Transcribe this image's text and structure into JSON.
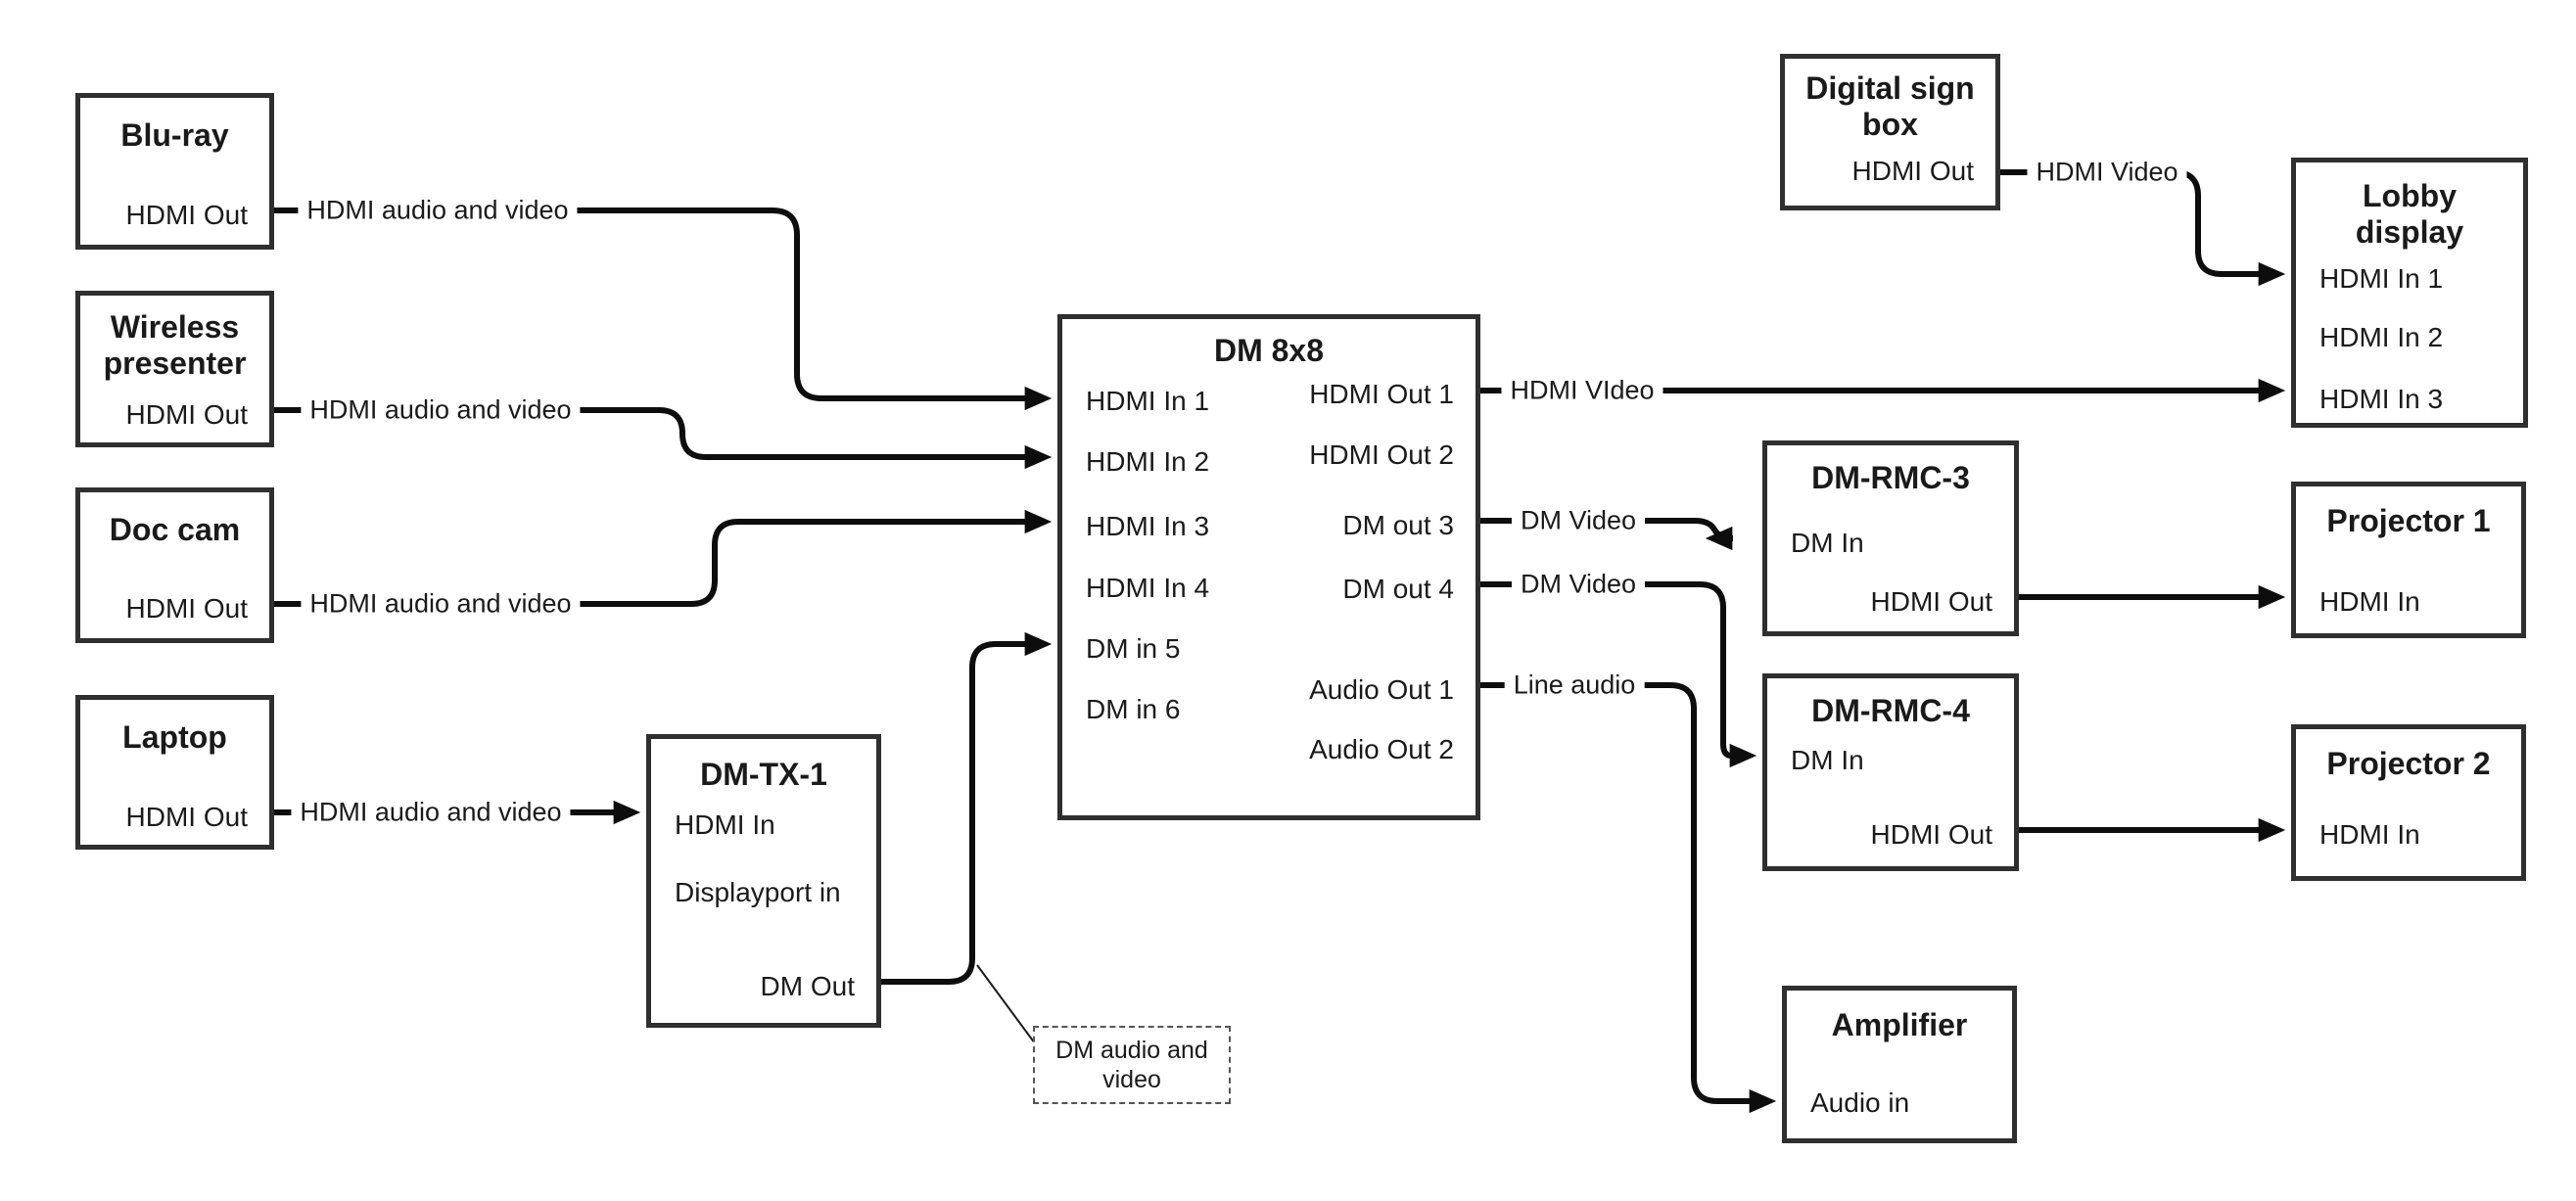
{
  "boxes": {
    "bluray": {
      "title": "Blu-ray",
      "port_hdmi_out": "HDMI Out"
    },
    "wireless": {
      "title": "Wireless presenter",
      "port_hdmi_out": "HDMI Out"
    },
    "doccam": {
      "title": "Doc cam",
      "port_hdmi_out": "HDMI Out"
    },
    "laptop": {
      "title": "Laptop",
      "port_hdmi_out": "HDMI Out"
    },
    "dmtx1": {
      "title": "DM-TX-1",
      "port_hdmi_in": "HDMI In",
      "port_displayport_in": "Displayport in",
      "port_dm_out": "DM Out"
    },
    "dm8x8": {
      "title": "DM 8x8",
      "inputs": [
        "HDMI In 1",
        "HDMI In 2",
        "HDMI In 3",
        "HDMI In 4",
        "DM in 5",
        "DM in 6"
      ],
      "outputs": [
        "HDMI Out 1",
        "HDMI Out 2",
        "DM out 3",
        "DM out 4",
        "Audio Out 1",
        "Audio Out 2"
      ]
    },
    "digital_sign": {
      "title": "Digital sign box",
      "port_hdmi_out": "HDMI Out"
    },
    "lobby": {
      "title": "Lobby display",
      "inputs": [
        "HDMI In 1",
        "HDMI In 2",
        "HDMI In 3"
      ]
    },
    "dmrmc3": {
      "title": "DM-RMC-3",
      "port_dm_in": "DM In",
      "port_hdmi_out": "HDMI Out"
    },
    "proj1": {
      "title": "Projector 1",
      "port_hdmi_in": "HDMI In"
    },
    "dmrmc4": {
      "title": "DM-RMC-4",
      "port_dm_in": "DM In",
      "port_hdmi_out": "HDMI Out"
    },
    "proj2": {
      "title": "Projector 2",
      "port_hdmi_in": "HDMI In"
    },
    "amplifier": {
      "title": "Amplifier",
      "port_audio_in": "Audio in"
    }
  },
  "connection_labels": {
    "bluray_to_dm8x8": "HDMI audio and video",
    "wireless_to_dm8x8": "HDMI audio and video",
    "doccam_to_dm8x8": "HDMI audio and video",
    "laptop_to_dmtx1": "HDMI audio and video",
    "digitalsign_to_lobby": "HDMI Video",
    "hdmiout1_to_lobby": "HDMI VIdeo",
    "dmout3_to_dmrmc3": "DM Video",
    "dmout4_to_dmrmc4": "DM Video",
    "audioout1_to_amplifier": "Line audio"
  },
  "note": {
    "text": "DM audio and video"
  },
  "colors": {
    "background": "#ffffff",
    "box_border": "#2f2f2f",
    "connector": "#0d0d0d",
    "text": "#1a1a1a"
  }
}
